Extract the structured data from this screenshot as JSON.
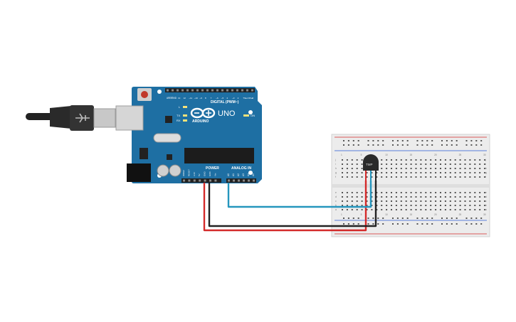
{
  "board": {
    "aref_label": "AREF",
    "gnd_label": "GND",
    "digital_label": "DIGITAL (PWM~)",
    "pin_numbers": [
      "13",
      "12",
      "~11",
      "~10",
      "~9",
      "8",
      "7",
      "~6",
      "~5",
      "4",
      "~3",
      "2",
      "TX▸1",
      "RX◂0"
    ],
    "l_led": "L",
    "tx_led": "TX",
    "rx_led": "RX",
    "on_led": "ON",
    "logo_text": "ARDUINO",
    "model_text": "UNO",
    "power_label": "POWER",
    "analog_label": "ANALOG IN",
    "power_pins": [
      "IOREF",
      "RESET",
      "3.3V",
      "5V",
      "GND",
      "GND",
      "Vin"
    ],
    "analog_pins": [
      "A0",
      "A1",
      "A2",
      "A3",
      "A4",
      "A5"
    ]
  },
  "breadboard": {
    "column_numbers": [
      "1",
      "5",
      "10",
      "15",
      "20",
      "25",
      "30"
    ],
    "row_letters_top": [
      "j",
      "i",
      "h",
      "g",
      "f"
    ],
    "row_letters_bottom": [
      "e",
      "d",
      "c",
      "b",
      "a"
    ]
  },
  "sensor": {
    "label": "TMP"
  },
  "colors": {
    "board": "#1e6fa3",
    "wire_power": "#d42a2a",
    "wire_ground": "#222222",
    "wire_signal": "#2596be",
    "breadboard": "#ececec"
  }
}
